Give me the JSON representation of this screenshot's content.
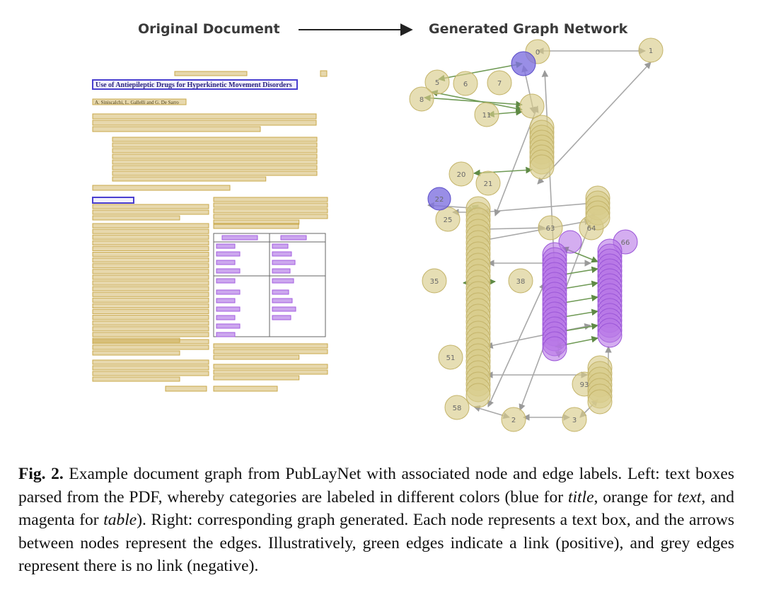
{
  "figure": {
    "left_heading": "Original Document",
    "right_heading": "Generated Graph Network",
    "document_title": "Use of Antiepileptic Drugs for Hyperkinetic Movement Disorders",
    "document_authors": "A. Siniscalchi, L. Gallelli and G. De Sarro",
    "colors": {
      "title": "#4a3fd0",
      "text": "#c9a84a",
      "table": "#a35ee0",
      "node_text": "#d8cc8c",
      "node_title": "#7f72e0",
      "node_table": "#b777e6",
      "edge_positive": "#6f9a55",
      "edge_negative": "#a8a8a8"
    },
    "node_labels": [
      "0",
      "1",
      "5",
      "6",
      "7",
      "8",
      "11",
      "20",
      "21",
      "22",
      "25",
      "35",
      "38",
      "51",
      "63",
      "64",
      "66",
      "93",
      "2",
      "3",
      "58"
    ]
  },
  "caption": {
    "label": "Fig. 2.",
    "p1": " Example document graph from PubLayNet with associated node and edge labels. Left: text boxes parsed from the PDF, whereby categories are labeled in different colors (blue for ",
    "t1": "title",
    "p2": ", orange for ",
    "t2": "text",
    "p3": ", and magenta for ",
    "t3": "table",
    "p4": "). Right: corresponding graph generated. Each node represents a text box, and the arrows between nodes represent the edges. Illustratively, green edges indicate a link (positive), and grey edges represent there is no link (negative)."
  }
}
